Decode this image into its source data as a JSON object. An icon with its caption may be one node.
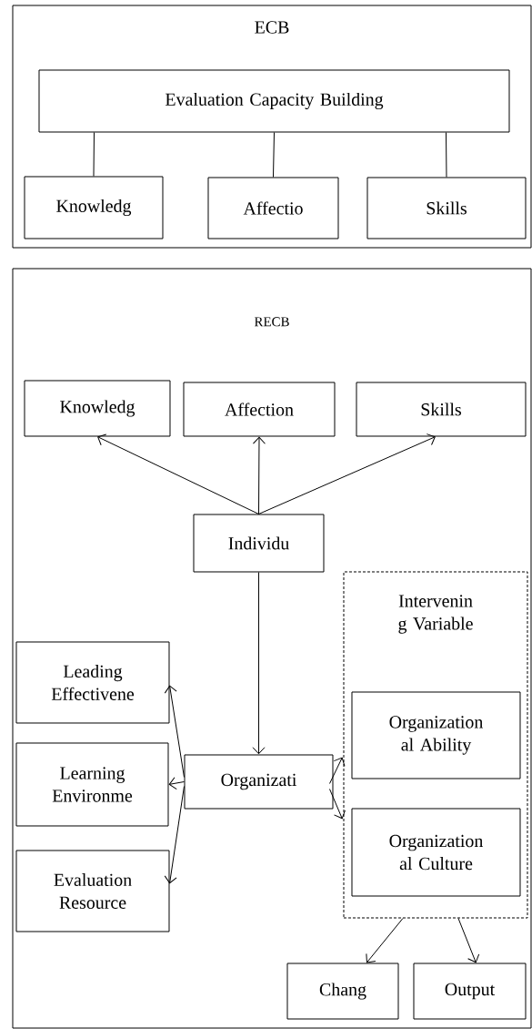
{
  "diagram": {
    "nodes": [
      {
        "text": [
          "ECB"
        ]
      },
      {
        "text": [
          "Evaluation Capacity Building"
        ],
        "in": 0
      },
      {
        "text": [
          "Knowledg"
        ],
        "in": 0
      },
      {
        "text": [
          "Affectio"
        ],
        "in": 0
      },
      {
        "text": [
          "Skills"
        ],
        "in": 0
      },
      {
        "text": [
          "RECB"
        ]
      },
      {
        "text": [
          "Knowledg"
        ],
        "in": 5
      },
      {
        "text": [
          "Affection"
        ],
        "in": 5
      },
      {
        "text": [
          "Skills"
        ],
        "in": 5
      },
      {
        "text": [
          "Individu"
        ],
        "in": 5
      },
      {
        "text": [
          "Intervenin g Variable"
        ],
        "in": 5
      },
      {
        "text": [
          "Leading Effectivene"
        ],
        "in": 5
      },
      {
        "text": [
          "Learning Environme"
        ],
        "in": 5
      },
      {
        "text": [
          "Evaluation Resource"
        ],
        "in": 5
      },
      {
        "text": [
          "Organizati"
        ],
        "in": 5
      },
      {
        "text": [
          "Organization al Ability"
        ],
        "in": 10
      },
      {
        "text": [
          "Organization al Culture"
        ],
        "in": 10
      },
      {
        "text": [
          "Chang"
        ],
        "in": 5
      },
      {
        "text": [
          "Output"
        ],
        "in": 5
      }
    ],
    "edges": [
      {
        "from": 1,
        "to": 2,
        "arrow": "none"
      },
      {
        "from": 1,
        "to": 3,
        "arrow": "none"
      },
      {
        "from": 1,
        "to": 4,
        "arrow": "none"
      },
      {
        "from": 9,
        "to": 6,
        "arrow": "to"
      },
      {
        "from": 9,
        "to": 7,
        "arrow": "to"
      },
      {
        "from": 9,
        "to": 8,
        "arrow": "to"
      },
      {
        "from": 9,
        "to": 14,
        "arrow": "to"
      },
      {
        "from": 14,
        "to": 11,
        "arrow": "to"
      },
      {
        "from": 14,
        "to": 12,
        "arrow": "to"
      },
      {
        "from": 14,
        "to": 13,
        "arrow": "to"
      },
      {
        "from": 14,
        "to": 15,
        "arrow": "to"
      },
      {
        "from": 14,
        "to": 16,
        "arrow": "to"
      },
      {
        "from": 10,
        "to": 17,
        "arrow": "to"
      },
      {
        "from": 10,
        "to": 18,
        "arrow": "to"
      }
    ]
  }
}
